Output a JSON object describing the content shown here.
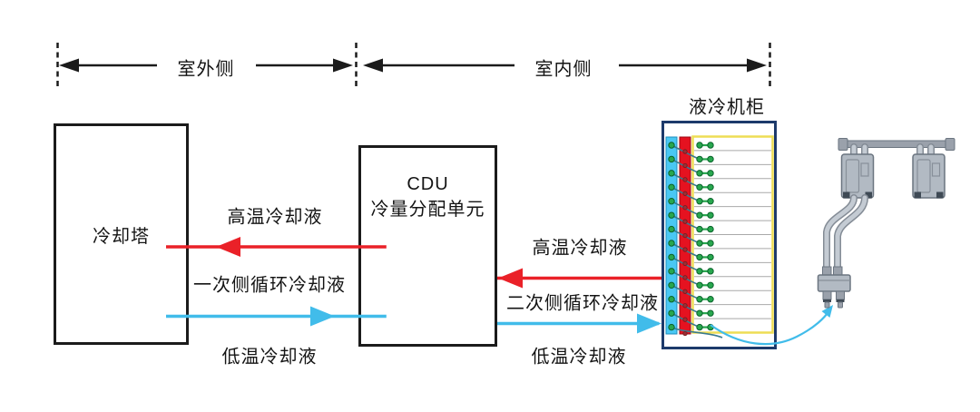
{
  "zones": {
    "outdoor": "室外侧",
    "indoor": "室内侧"
  },
  "cooling_tower": {
    "label": "冷却塔"
  },
  "cdu": {
    "title": "CDU",
    "subtitle": "冷量分配单元"
  },
  "cabinet": {
    "title": "液冷机柜",
    "rows": 14
  },
  "primary_loop": {
    "hot_label": "高温冷却液",
    "name_label": "一次侧循环冷却液",
    "cold_label": "低温冷却液"
  },
  "secondary_loop": {
    "hot_label": "高温冷却液",
    "name_label": "二次侧循环冷却液",
    "cold_label": "低温冷却液"
  },
  "colors": {
    "hot_red": "#ea2128",
    "cold_blue": "#41bcea",
    "line_ink": "#1b1b1b",
    "cabinet_border": "#1d3a6b",
    "strip_blue": "#49c8f3",
    "strip_red": "#e51220",
    "rack_yellow": "#eedd55",
    "node_green": "#28a74e",
    "wire_teal": "#3a7b8f",
    "metal_gray": "#b2bac3"
  }
}
